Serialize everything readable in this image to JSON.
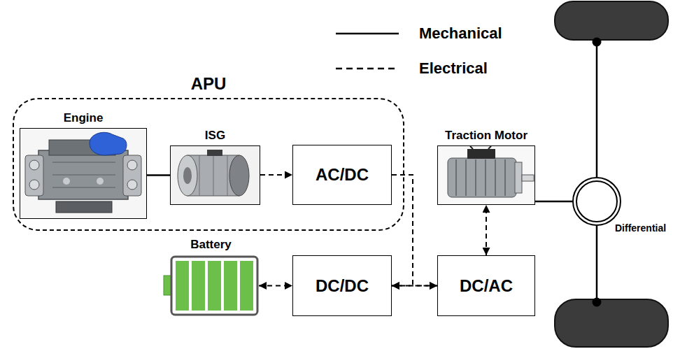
{
  "diagram": {
    "nodes": [
      {
        "text": [
          "APU"
        ]
      },
      {
        "text": [
          "Engine"
        ],
        "in": 0
      },
      {
        "text": [
          "ISG"
        ],
        "in": 0
      },
      {
        "text": [
          "AC/DC"
        ],
        "in": 0
      },
      {
        "text": [
          "Traction Motor"
        ]
      },
      {
        "text": [
          "Differential"
        ]
      },
      {
        "text": [
          "Battery"
        ]
      },
      {
        "text": [
          "DC/DC"
        ]
      },
      {
        "text": [
          "DC/AC"
        ]
      }
    ],
    "edges": [
      {
        "from": 1,
        "to": 2,
        "arrow": "none"
      },
      {
        "from": 2,
        "to": 3,
        "arrow": "to"
      },
      {
        "from": 3,
        "to": 8,
        "arrow": "to"
      },
      {
        "from": 3,
        "to": 7,
        "arrow": "to"
      },
      {
        "from": 7,
        "to": 8,
        "arrow": "both"
      },
      {
        "from": 6,
        "to": 7,
        "arrow": "both"
      },
      {
        "from": 8,
        "to": 4,
        "arrow": "both"
      },
      {
        "from": 4,
        "to": 5,
        "arrow": "none"
      }
    ],
    "legend": [
      {
        "text": "Mechanical"
      },
      {
        "text": "Electrical"
      }
    ]
  }
}
